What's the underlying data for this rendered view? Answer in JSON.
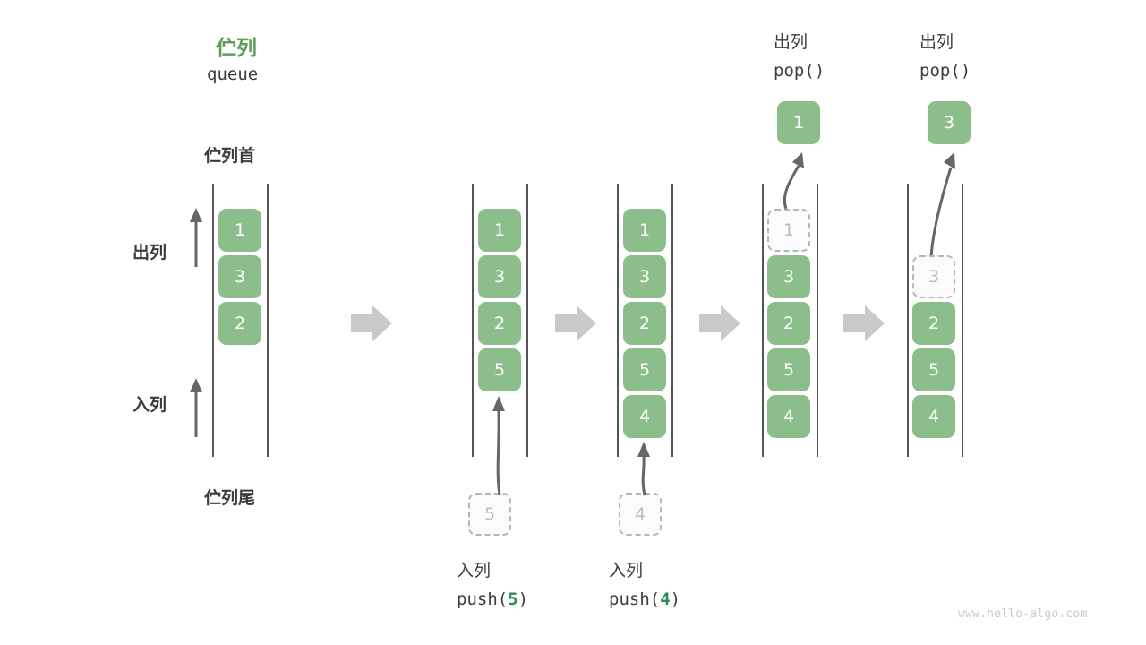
{
  "diagram": {
    "title_cn": "伫列",
    "title_code": "queue",
    "head_label": "伫列首",
    "tail_label": "伫列尾",
    "dequeue_label": "出列",
    "enqueue_label": "入列",
    "watermark": "www.hello-algo.com",
    "colors": {
      "cell_green": "#8CBE8C",
      "title_green": "#5ca05c",
      "code_green": "#2e8b57",
      "rail_gray": "#555555",
      "ghost_border": "#b5b5b5",
      "flow_arrow_gray": "#c9c9c9",
      "text_dark": "#3c3c3c"
    }
  },
  "stages": [
    {
      "name": "initial-queue",
      "cells": [
        "1",
        "3",
        "2"
      ],
      "ghost_index": null
    },
    {
      "name": "after-push-5",
      "cells": [
        "1",
        "3",
        "2",
        "5"
      ],
      "op_cn": "入列",
      "op_code_prefix": "push(",
      "op_code_arg": "5",
      "op_code_suffix": ")",
      "incoming_value": "5"
    },
    {
      "name": "after-push-4",
      "cells": [
        "1",
        "3",
        "2",
        "5",
        "4"
      ],
      "op_cn": "入列",
      "op_code_prefix": "push(",
      "op_code_arg": "4",
      "op_code_suffix": ")",
      "incoming_value": "4"
    },
    {
      "name": "after-pop-1",
      "cells": [
        "1",
        "3",
        "2",
        "5",
        "4"
      ],
      "ghost_index": 0,
      "op_cn": "出列",
      "op_code": "pop()",
      "popped_value": "1"
    },
    {
      "name": "after-pop-3",
      "cells": [
        "3",
        "2",
        "5",
        "4"
      ],
      "ghost_index": 0,
      "op_cn": "出列",
      "op_code": "pop()",
      "popped_value": "3"
    }
  ]
}
